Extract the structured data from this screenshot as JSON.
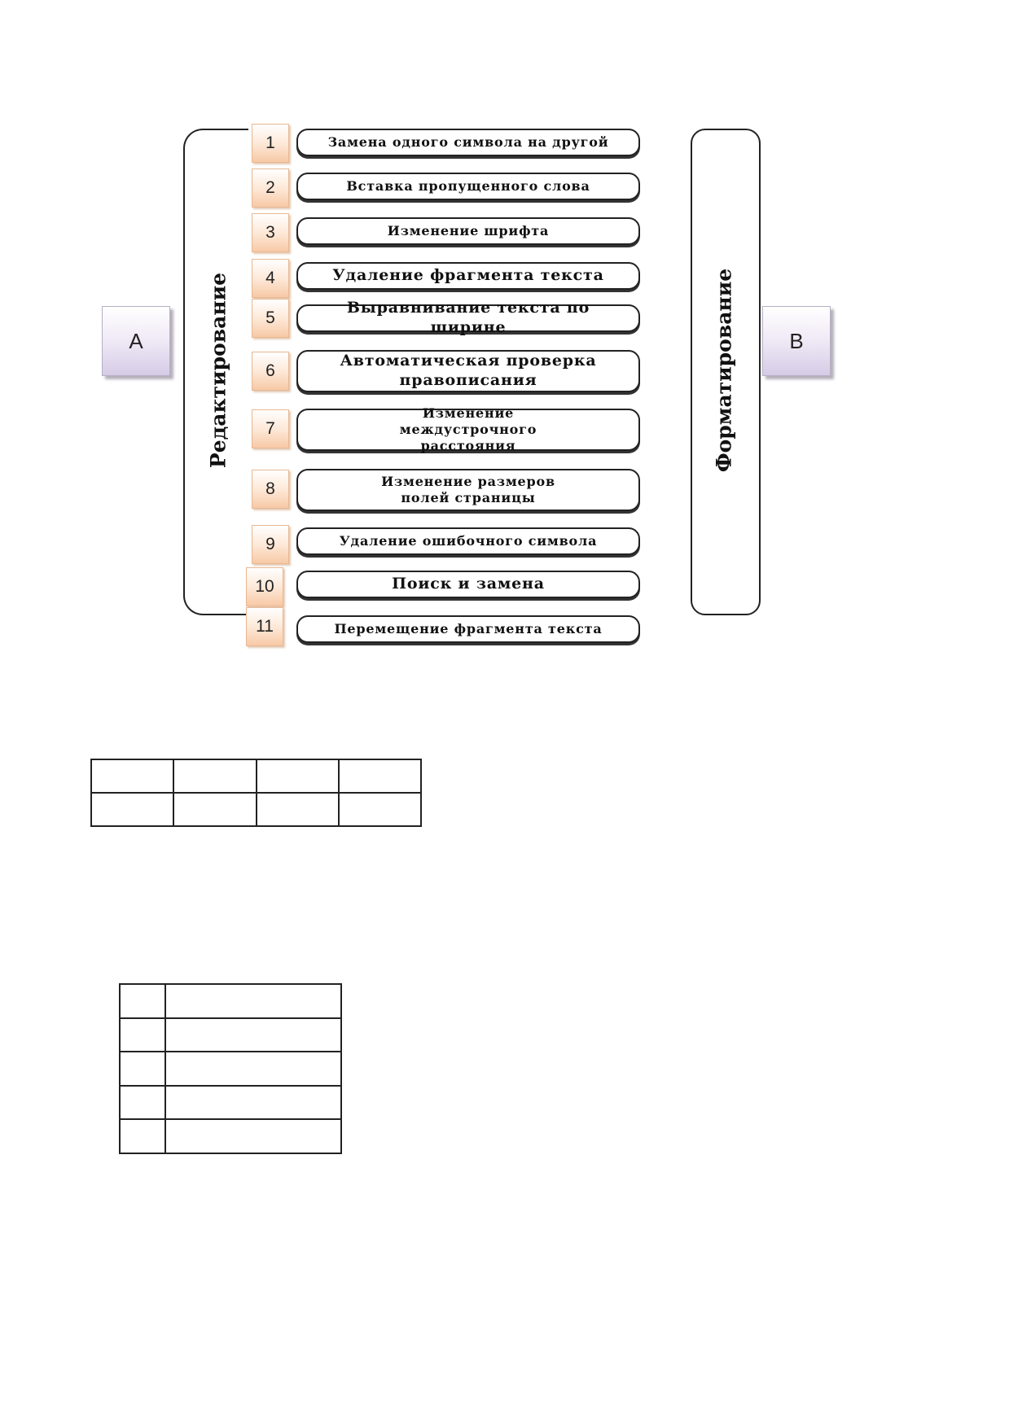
{
  "diagram": {
    "left_box_label": "A",
    "right_box_label": "B",
    "left_group_label": "Редактирование",
    "right_group_label": "Форматирование",
    "items": [
      {
        "num": "1",
        "text": "Замена одного символа на другой"
      },
      {
        "num": "2",
        "text": "Вставка пропущенного слова"
      },
      {
        "num": "3",
        "text": "Изменение шрифта"
      },
      {
        "num": "4",
        "text": "Удаление фрагмента текста"
      },
      {
        "num": "5",
        "text": "Выравнивание текста по ширине"
      },
      {
        "num": "6",
        "text": "Автоматическая проверка правописания"
      },
      {
        "num": "7",
        "text": "Изменение междустрочного расстояния"
      },
      {
        "num": "8",
        "text": "Изменение размеров полей страницы"
      },
      {
        "num": "9",
        "text": "Удаление ошибочного символа"
      },
      {
        "num": "10",
        "text": "Поиск и замена"
      },
      {
        "num": "11",
        "text": "Перемещение фрагмента текста"
      }
    ]
  },
  "answer_table_1": {
    "rows": 2,
    "cols": 4
  },
  "answer_table_2": {
    "rows": 5,
    "cols": 2
  }
}
